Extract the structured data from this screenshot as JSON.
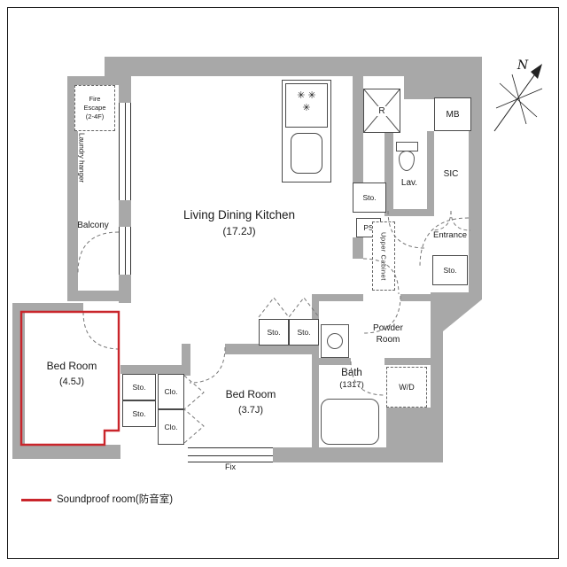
{
  "colors": {
    "wall": "#a8a8a8",
    "soundproof": "#c9252b"
  },
  "compass": {
    "north": "N"
  },
  "legend": {
    "soundproof": "Soundproof room(防音室)"
  },
  "rooms": {
    "ldk": {
      "name": "Living Dining Kitchen",
      "size": "(17.2J)"
    },
    "bedroom1": {
      "name": "Bed Room",
      "size": "(4.5J)"
    },
    "bedroom2": {
      "name": "Bed Room",
      "size": "(3.7J)"
    },
    "bath": {
      "name": "Bath",
      "size": "(1317)"
    },
    "balcony": {
      "name": "Balcony"
    },
    "entrance": {
      "name": "Entrance"
    },
    "powder": {
      "line1": "Powder",
      "line2": "Room"
    },
    "lav": {
      "name": "Lav."
    },
    "sic": {
      "name": "SIC"
    }
  },
  "features": {
    "mb": "MB",
    "refrigerator": "R",
    "ps": "PS",
    "upper_cabinet": "Upper Cabinet",
    "storage": "Sto.",
    "closet": "Clo.",
    "washer_dryer": "W/D",
    "fix_window": "Fix",
    "laundry_hanger": "Laundry hanger",
    "fire_escape": {
      "line1": "Fire",
      "line2": "Escape",
      "line3": "(2-4F)"
    },
    "stove_marks_row1": "✳ ✳",
    "stove_marks_row2": "✳"
  }
}
